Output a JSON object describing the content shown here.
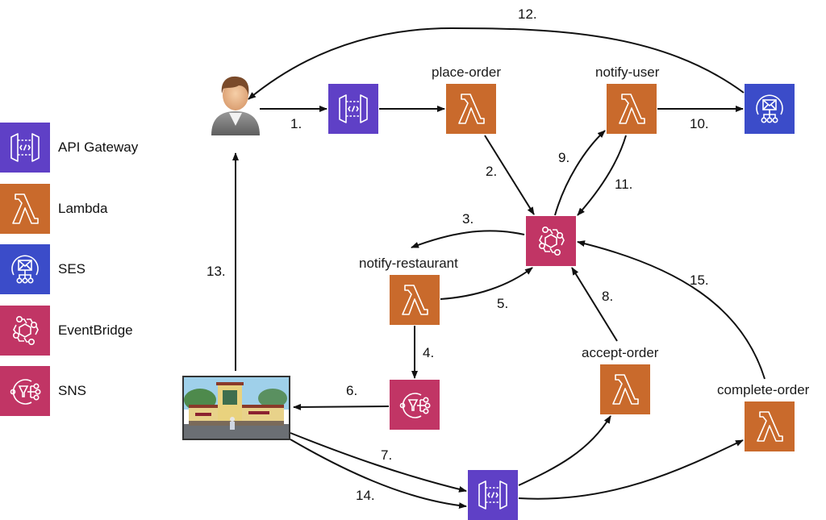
{
  "colors": {
    "api_gateway": "#5f40c6",
    "lambda": "#c96a2c",
    "ses": "#3b4cc9",
    "eventbridge": "#c13565",
    "sns": "#c13565",
    "arrow": "#111111"
  },
  "legend": [
    {
      "service": "API Gateway",
      "icon": "api-gateway-icon"
    },
    {
      "service": "Lambda",
      "icon": "lambda-icon"
    },
    {
      "service": "SES",
      "icon": "ses-icon"
    },
    {
      "service": "EventBridge",
      "icon": "eventbridge-icon"
    },
    {
      "service": "SNS",
      "icon": "sns-icon"
    }
  ],
  "nodes": {
    "user": {
      "label": "",
      "icon": "user-avatar-icon"
    },
    "restaurant": {
      "label": "",
      "icon": "restaurant-image"
    },
    "api_top": {
      "label": "",
      "icon": "api-gateway-icon"
    },
    "place_order": {
      "label": "place-order",
      "icon": "lambda-icon"
    },
    "notify_user": {
      "label": "notify-user",
      "icon": "lambda-icon"
    },
    "ses": {
      "label": "",
      "icon": "ses-icon"
    },
    "eventbridge": {
      "label": "",
      "icon": "eventbridge-icon"
    },
    "notify_restaurant": {
      "label": "notify-restaurant",
      "icon": "lambda-icon"
    },
    "sns": {
      "label": "",
      "icon": "sns-icon"
    },
    "accept_order": {
      "label": "accept-order",
      "icon": "lambda-icon"
    },
    "complete_order": {
      "label": "complete-order",
      "icon": "lambda-icon"
    },
    "api_bottom": {
      "label": "",
      "icon": "api-gateway-icon"
    }
  },
  "steps": [
    {
      "n": "1.",
      "from": "user",
      "to": "api_top"
    },
    {
      "n": "2.",
      "from": "place_order",
      "to": "eventbridge"
    },
    {
      "n": "3.",
      "from": "eventbridge",
      "to": "notify_restaurant"
    },
    {
      "n": "4.",
      "from": "notify_restaurant",
      "to": "sns"
    },
    {
      "n": "5.",
      "from": "notify_restaurant",
      "to": "eventbridge"
    },
    {
      "n": "6.",
      "from": "sns",
      "to": "restaurant"
    },
    {
      "n": "7.",
      "from": "restaurant",
      "to": "api_bottom"
    },
    {
      "n": "8.",
      "from": "accept_order",
      "to": "eventbridge"
    },
    {
      "n": "9.",
      "from": "eventbridge",
      "to": "notify_user"
    },
    {
      "n": "10.",
      "from": "notify_user",
      "to": "ses"
    },
    {
      "n": "11.",
      "from": "notify_user",
      "to": "eventbridge"
    },
    {
      "n": "12.",
      "from": "ses",
      "to": "user"
    },
    {
      "n": "13.",
      "from": "restaurant",
      "to": "user"
    },
    {
      "n": "14.",
      "from": "restaurant",
      "to": "api_bottom"
    },
    {
      "n": "15.",
      "from": "complete_order",
      "to": "eventbridge"
    }
  ],
  "unlabeled_edges": [
    {
      "from": "api_top",
      "to": "place_order"
    },
    {
      "from": "api_bottom",
      "to": "accept_order"
    },
    {
      "from": "api_bottom",
      "to": "complete_order"
    }
  ]
}
